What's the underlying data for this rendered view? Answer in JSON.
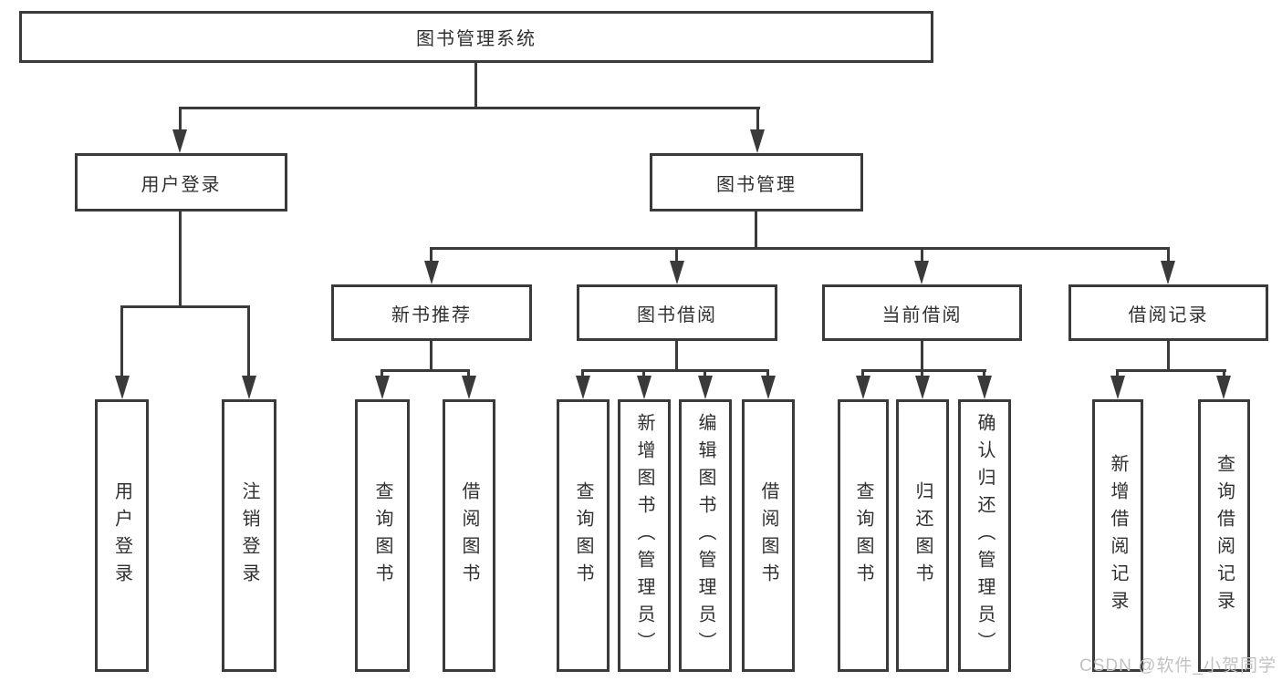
{
  "colors": {
    "line": "#3a3a3a",
    "text": "#303030",
    "background": "#ffffff",
    "watermark": "#c2c2c2"
  },
  "diagram": {
    "root": {
      "label": "图书管理系统"
    },
    "level2": [
      {
        "label": "用户登录"
      },
      {
        "label": "图书管理"
      }
    ],
    "level3": [
      {
        "label": "新书推荐"
      },
      {
        "label": "图书借阅"
      },
      {
        "label": "当前借阅"
      },
      {
        "label": "借阅记录"
      }
    ],
    "leaves": [
      {
        "label": "用户登录"
      },
      {
        "label": "注销登录"
      },
      {
        "label": "查询图书"
      },
      {
        "label": "借阅图书"
      },
      {
        "label": "查询图书"
      },
      {
        "label": "新增图书（管理员）"
      },
      {
        "label": "编辑图书（管理员）"
      },
      {
        "label": "借阅图书"
      },
      {
        "label": "查询图书"
      },
      {
        "label": "归还图书"
      },
      {
        "label": "确认归还（管理员）"
      },
      {
        "label": "新增借阅记录"
      },
      {
        "label": "查询借阅记录"
      }
    ]
  },
  "watermark": {
    "text": "CSDN @软件_小贺同学"
  }
}
